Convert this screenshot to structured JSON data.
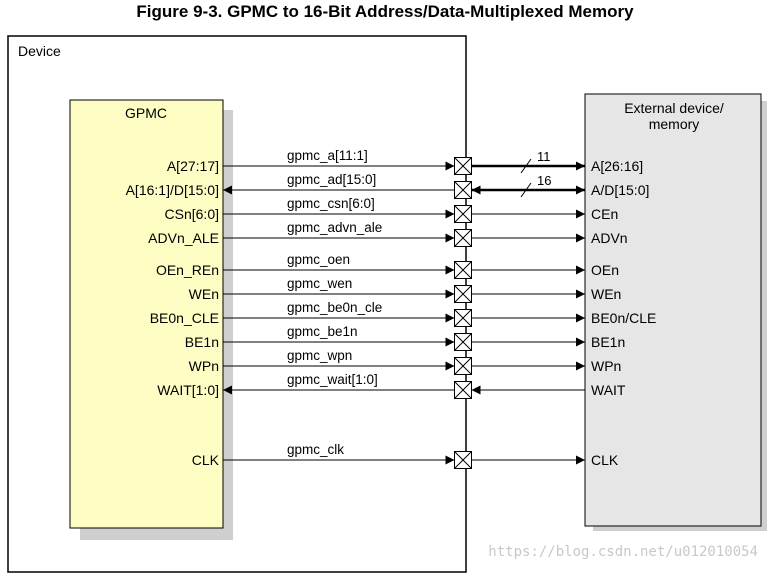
{
  "title": "Figure 9-3. GPMC to 16-Bit Address/Data-Multiplexed Memory",
  "device_label": "Device",
  "gpmc_label": "GPMC",
  "external_label_line1": "External device/",
  "external_label_line2": "memory",
  "signals": [
    {
      "left": "A[27:17]",
      "name": "gpmc_a[11:1]",
      "right": "A[26:16]",
      "dir": "out",
      "width": "11"
    },
    {
      "left": "A[16:1]/D[15:0]",
      "name": "gpmc_ad[15:0]",
      "right": "A/D[15:0]",
      "dir": "bidir",
      "width": "16"
    },
    {
      "left": "CSn[6:0]",
      "name": "gpmc_csn[6:0]",
      "right": "CEn",
      "dir": "out"
    },
    {
      "left": "ADVn_ALE",
      "name": "gpmc_advn_ale",
      "right": "ADVn",
      "dir": "out"
    },
    {
      "left": "OEn_REn",
      "name": "gpmc_oen",
      "right": "OEn",
      "dir": "out"
    },
    {
      "left": "WEn",
      "name": "gpmc_wen",
      "right": "WEn",
      "dir": "out"
    },
    {
      "left": "BE0n_CLE",
      "name": "gpmc_be0n_cle",
      "right": "BE0n/CLE",
      "dir": "out"
    },
    {
      "left": "BE1n",
      "name": "gpmc_be1n",
      "right": "BE1n",
      "dir": "out"
    },
    {
      "left": "WPn",
      "name": "gpmc_wpn",
      "right": "WPn",
      "dir": "out"
    },
    {
      "left": "WAIT[1:0]",
      "name": "gpmc_wait[1:0]",
      "right": "WAIT",
      "dir": "in"
    },
    {
      "left": "CLK",
      "name": "gpmc_clk",
      "right": "CLK",
      "dir": "out"
    }
  ],
  "watermark": "https://blog.csdn.net/u012010054",
  "colors": {
    "gpmc_fill": "#fdfdc4",
    "external_fill": "#e6e6e6",
    "shadow": "#cfcfcf"
  }
}
